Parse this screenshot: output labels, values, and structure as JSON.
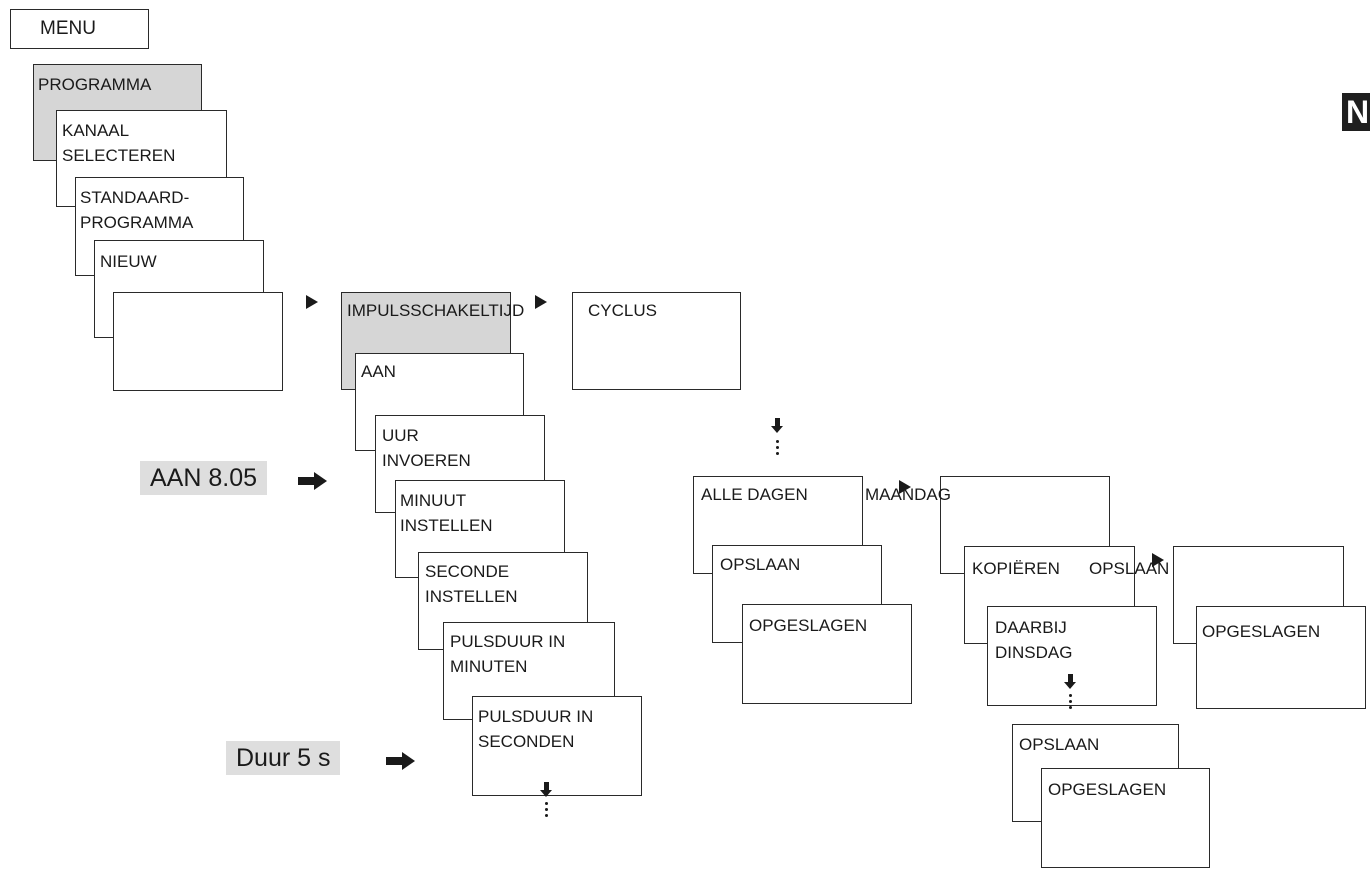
{
  "menu": {
    "title": "MENU"
  },
  "column1": {
    "programma": "PROGRAMMA",
    "kanaal": [
      "KANAAL",
      "SELECTEREN"
    ],
    "standaard": [
      "STANDAARD-",
      "PROGRAMMA"
    ],
    "nieuw": "NIEUW"
  },
  "column2": {
    "impuls": "IMPULSSCHAKELTIJD",
    "aan": "AAN",
    "uur": [
      "UUR",
      "INVOEREN"
    ],
    "minuut": [
      "MINUUT",
      "INSTELLEN"
    ],
    "seconde": [
      "SECONDE",
      "INSTELLEN"
    ],
    "pulsduur_min": [
      "PULSDUUR IN",
      "MINUTEN"
    ],
    "pulsduur_sec": [
      "PULSDUUR IN",
      "SECONDEN"
    ]
  },
  "cyclus": "CYCLUS",
  "column3": {
    "alle_dagen": "ALLE DAGEN",
    "opslaan": "OPSLAAN",
    "opgeslagen": "OPGESLAGEN"
  },
  "column4": {
    "maandag": "MAANDAG",
    "kopieren": "KOPIËREN",
    "daarbij": [
      "DAARBIJ",
      "DINSDAG"
    ],
    "opslaan": "OPSLAAN",
    "opgeslagen": "OPGESLAGEN"
  },
  "column5": {
    "opslaan": "OPSLAAN",
    "opgeslagen": "OPGESLAGEN"
  },
  "callouts": {
    "aan": "AAN 8.05",
    "duur": "Duur 5 s"
  },
  "badge": "N",
  "colors": {
    "highlight": "#d6d6d6",
    "callout": "#dedede",
    "ink": "#1a1a1a"
  }
}
